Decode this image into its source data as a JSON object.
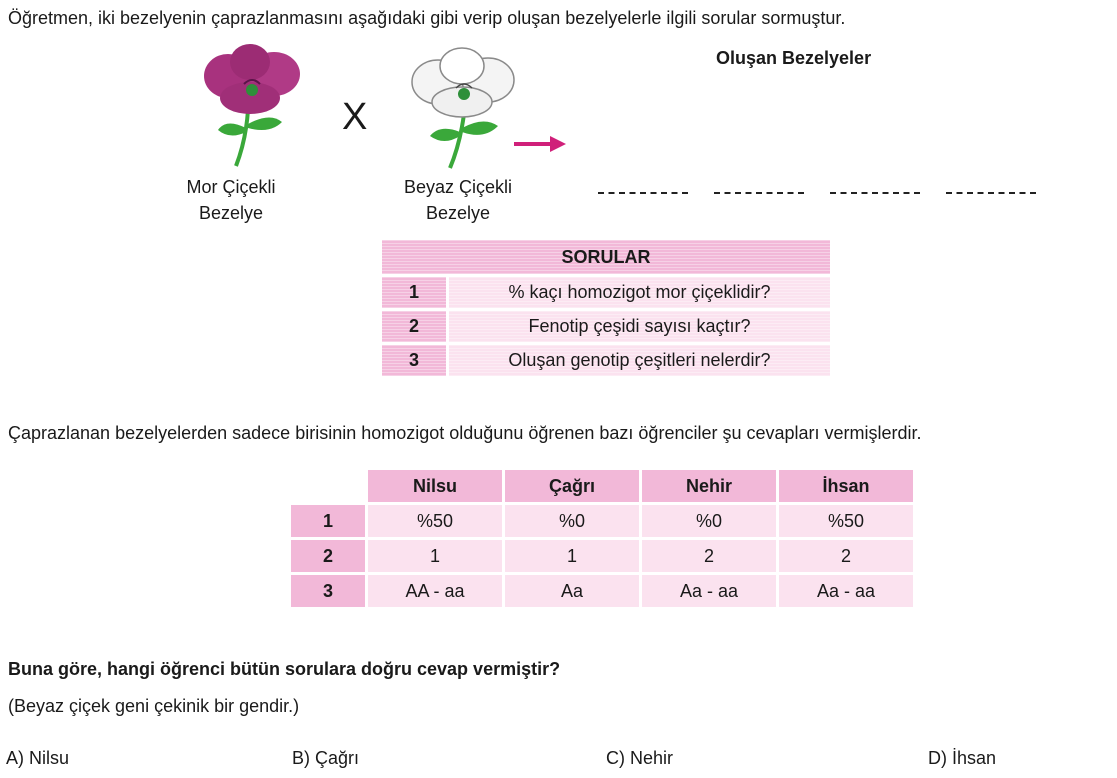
{
  "intro": "Öğretmen, iki bezelyenin çaprazlanmasını aşağıdaki gibi verip oluşan bezelyelerle ilgili sorular sormuştur.",
  "cross_symbol": "X",
  "parent1": {
    "line1": "Mor Çiçekli",
    "line2": "Bezelye",
    "color": "#a8327e"
  },
  "parent2": {
    "line1": "Beyaz Çiçekli",
    "line2": "Bezelye",
    "color": "#f4f4f4"
  },
  "offspring_title": "Oluşan Bezelyeler",
  "questions": {
    "header": "SORULAR",
    "rows": [
      {
        "num": "1",
        "text": "% kaçı homozigot mor çiçeklidir?"
      },
      {
        "num": "2",
        "text": "Fenotip çeşidi sayısı kaçtır?"
      },
      {
        "num": "3",
        "text": "Oluşan genotip çeşitleri nelerdir?"
      }
    ]
  },
  "middle_text": "Çaprazlanan bezelyelerden sadece birisinin homozigot olduğunu öğrenen bazı öğrenciler şu cevapları vermişlerdir.",
  "answers": {
    "students": [
      "Nilsu",
      "Çağrı",
      "Nehir",
      "İhsan"
    ],
    "rows": [
      {
        "num": "1",
        "values": [
          "%50",
          "%0",
          "%0",
          "%50"
        ]
      },
      {
        "num": "2",
        "values": [
          "1",
          "1",
          "2",
          "2"
        ]
      },
      {
        "num": "3",
        "values": [
          "AA - aa",
          "Aa",
          "Aa - aa",
          "Aa - aa"
        ]
      }
    ]
  },
  "question": "Buna göre, hangi öğrenci bütün sorulara doğru cevap vermiştir?",
  "note": "(Beyaz çiçek geni çekinik bir gendir.)",
  "options": [
    "A) Nilsu",
    "B) Çağrı",
    "C) Nehir",
    "D) İhsan"
  ],
  "colors": {
    "pink_header": "#f2b8d8",
    "pink_cell": "#fbe2ef",
    "arrow": "#d0207a",
    "leaf": "#3aa83a"
  }
}
